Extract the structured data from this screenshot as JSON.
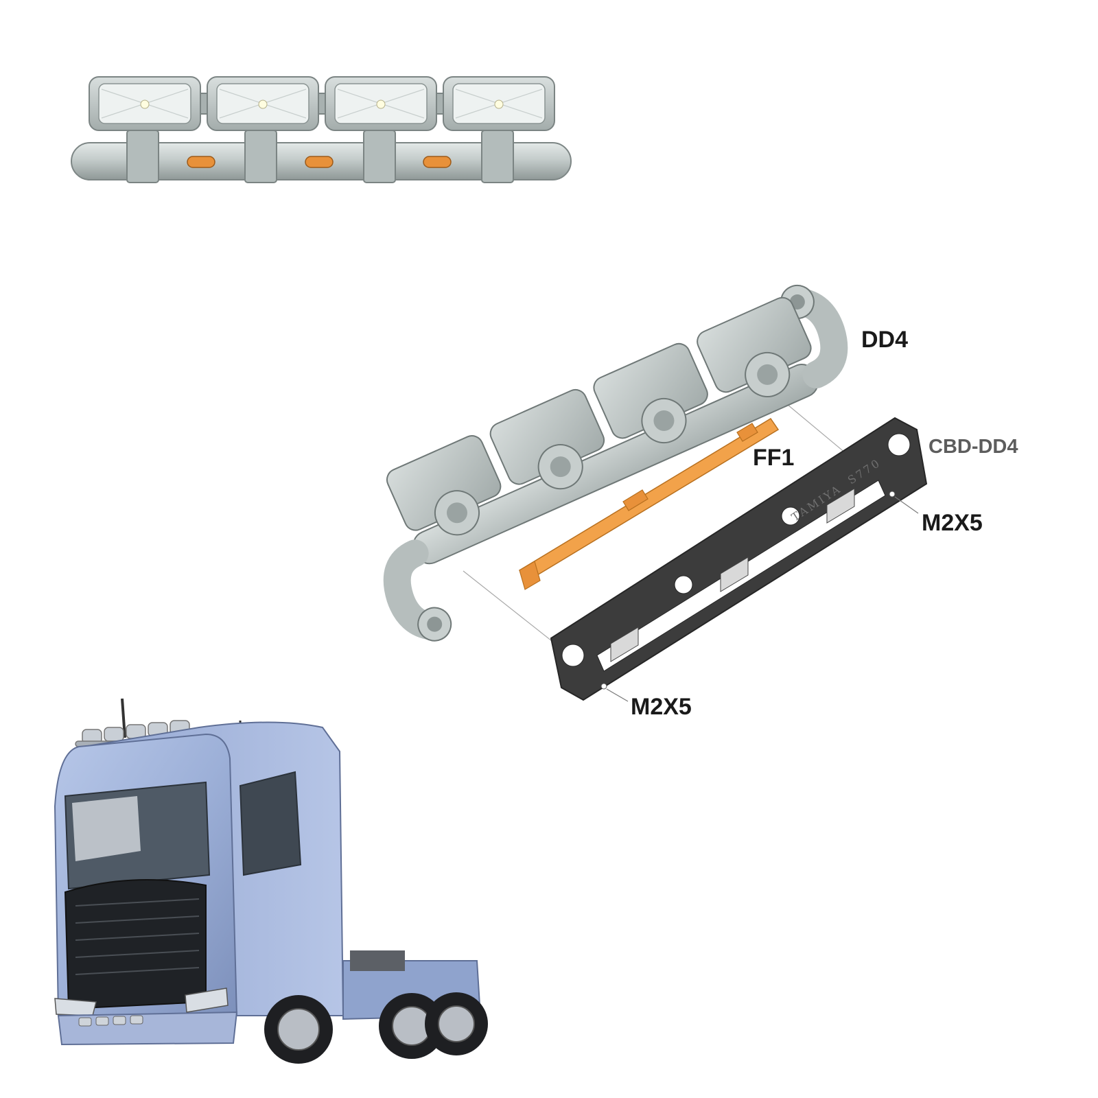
{
  "labels": {
    "dd4": "DD4",
    "ff1": "FF1",
    "cbd_dd4": "CBD-DD4",
    "m2x5_right": "M2X5",
    "m2x5_left": "M2X5"
  },
  "plate_engraving": {
    "tamiya": "TAMIYA",
    "model": "S770"
  },
  "colors": {
    "light_housing": "#c9d0cf",
    "amber_marker": "#e8913a",
    "bracket_plate": "#3c3c3c",
    "truck_body": "#9db0d8",
    "ff1_part": "#f2a24a"
  }
}
